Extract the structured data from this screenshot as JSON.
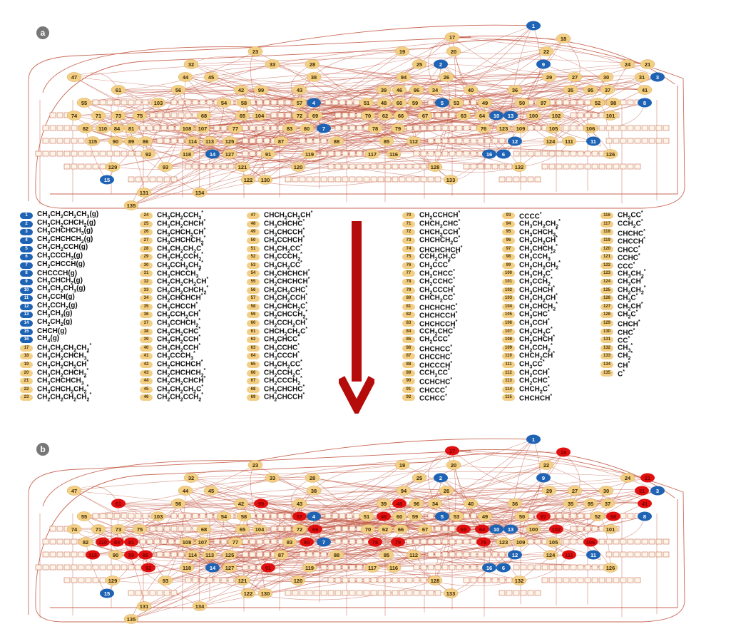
{
  "panels": [
    {
      "letter": "a"
    },
    {
      "letter": "b"
    }
  ],
  "colors": {
    "gas_node": "#1f63b5",
    "adsorbed_node": "#f3cf86",
    "highlight_node": "#e01010",
    "edge": "#c0503a",
    "box_fill": "#fdf6e8",
    "arrow": "#b50b0b",
    "panel_badge": "#777777"
  },
  "highlighted_species": [
    "17",
    "18",
    "21",
    "31",
    "41",
    "46",
    "48",
    "57",
    "61",
    "63",
    "64",
    "69",
    "76",
    "78",
    "79",
    "80",
    "81",
    "84",
    "86",
    "89",
    "91",
    "92",
    "97",
    "98",
    "99",
    "102",
    "106",
    "110",
    "111",
    "115"
  ],
  "graph_nodes": [
    {
      "id": "1",
      "kind": "gas"
    },
    {
      "id": "2",
      "kind": "gas"
    },
    {
      "id": "3",
      "kind": "gas"
    },
    {
      "id": "4",
      "kind": "gas"
    },
    {
      "id": "5",
      "kind": "gas"
    },
    {
      "id": "6",
      "kind": "gas"
    },
    {
      "id": "7",
      "kind": "gas"
    },
    {
      "id": "8",
      "kind": "gas"
    },
    {
      "id": "9",
      "kind": "gas"
    },
    {
      "id": "10",
      "kind": "gas"
    },
    {
      "id": "11",
      "kind": "gas"
    },
    {
      "id": "12",
      "kind": "gas"
    },
    {
      "id": "13",
      "kind": "gas"
    },
    {
      "id": "14",
      "kind": "gas"
    },
    {
      "id": "15",
      "kind": "gas"
    },
    {
      "id": "16",
      "kind": "gas"
    },
    {
      "id": "17"
    },
    {
      "id": "18"
    },
    {
      "id": "19"
    },
    {
      "id": "20"
    },
    {
      "id": "21"
    },
    {
      "id": "22"
    },
    {
      "id": "23"
    },
    {
      "id": "24"
    },
    {
      "id": "25"
    },
    {
      "id": "26"
    },
    {
      "id": "27"
    },
    {
      "id": "28"
    },
    {
      "id": "29"
    },
    {
      "id": "30"
    },
    {
      "id": "31"
    },
    {
      "id": "32"
    },
    {
      "id": "33"
    },
    {
      "id": "34"
    },
    {
      "id": "35"
    },
    {
      "id": "36"
    },
    {
      "id": "37"
    },
    {
      "id": "38"
    },
    {
      "id": "39"
    },
    {
      "id": "40"
    },
    {
      "id": "41"
    },
    {
      "id": "42"
    },
    {
      "id": "43"
    },
    {
      "id": "44"
    },
    {
      "id": "45"
    },
    {
      "id": "46"
    },
    {
      "id": "47"
    },
    {
      "id": "48"
    },
    {
      "id": "49"
    },
    {
      "id": "50"
    },
    {
      "id": "51"
    },
    {
      "id": "52"
    },
    {
      "id": "53"
    },
    {
      "id": "54"
    },
    {
      "id": "55"
    },
    {
      "id": "56"
    },
    {
      "id": "57"
    },
    {
      "id": "58"
    },
    {
      "id": "59"
    },
    {
      "id": "60"
    },
    {
      "id": "61"
    },
    {
      "id": "62"
    },
    {
      "id": "63"
    },
    {
      "id": "64"
    },
    {
      "id": "65"
    },
    {
      "id": "66"
    },
    {
      "id": "67"
    },
    {
      "id": "68"
    },
    {
      "id": "69"
    },
    {
      "id": "70"
    },
    {
      "id": "71"
    },
    {
      "id": "72"
    },
    {
      "id": "73"
    },
    {
      "id": "74"
    },
    {
      "id": "75"
    },
    {
      "id": "76"
    },
    {
      "id": "77"
    },
    {
      "id": "78"
    },
    {
      "id": "79"
    },
    {
      "id": "80"
    },
    {
      "id": "81"
    },
    {
      "id": "82"
    },
    {
      "id": "83"
    },
    {
      "id": "84"
    },
    {
      "id": "85"
    },
    {
      "id": "86"
    },
    {
      "id": "87"
    },
    {
      "id": "88"
    },
    {
      "id": "89"
    },
    {
      "id": "90"
    },
    {
      "id": "91"
    },
    {
      "id": "92"
    },
    {
      "id": "93"
    },
    {
      "id": "94"
    },
    {
      "id": "95"
    },
    {
      "id": "96"
    },
    {
      "id": "97"
    },
    {
      "id": "98"
    },
    {
      "id": "99"
    },
    {
      "id": "100"
    },
    {
      "id": "101"
    },
    {
      "id": "102"
    },
    {
      "id": "103"
    },
    {
      "id": "104"
    },
    {
      "id": "105"
    },
    {
      "id": "106"
    },
    {
      "id": "107"
    },
    {
      "id": "108"
    },
    {
      "id": "109"
    },
    {
      "id": "110"
    },
    {
      "id": "111"
    },
    {
      "id": "112"
    },
    {
      "id": "113"
    },
    {
      "id": "114"
    },
    {
      "id": "115"
    },
    {
      "id": "116"
    },
    {
      "id": "117"
    },
    {
      "id": "118"
    },
    {
      "id": "119"
    },
    {
      "id": "120"
    },
    {
      "id": "121"
    },
    {
      "id": "122"
    },
    {
      "id": "123"
    },
    {
      "id": "124"
    },
    {
      "id": "125"
    },
    {
      "id": "126"
    },
    {
      "id": "127"
    },
    {
      "id": "128"
    },
    {
      "id": "129"
    },
    {
      "id": "130"
    },
    {
      "id": "131"
    },
    {
      "id": "132"
    },
    {
      "id": "133"
    },
    {
      "id": "134"
    },
    {
      "id": "135"
    }
  ],
  "legend": {
    "columns": [
      [
        {
          "id": "1",
          "kind": "gas",
          "formula": "CH3CH2CH2CH3(g)"
        },
        {
          "id": "2",
          "kind": "gas",
          "formula": "CH3CH2CHCH2(g)"
        },
        {
          "id": "3",
          "kind": "gas",
          "formula": "CH3CHCHCH3(g)"
        },
        {
          "id": "4",
          "kind": "gas",
          "formula": "CH2CHCHCH2(g)"
        },
        {
          "id": "5",
          "kind": "gas",
          "formula": "CH3CH2CCH(g)"
        },
        {
          "id": "6",
          "kind": "gas",
          "formula": "CH3CCCH3(g)"
        },
        {
          "id": "7",
          "kind": "gas",
          "formula": "CH2CHCCH(g)"
        },
        {
          "id": "8",
          "kind": "gas",
          "formula": "CHCCCH(g)"
        },
        {
          "id": "9",
          "kind": "gas",
          "formula": "CH3CHCH2(g)"
        },
        {
          "id": "10",
          "kind": "gas",
          "formula": "CH3CH2CH3(g)"
        },
        {
          "id": "11",
          "kind": "gas",
          "formula": "CH3CCH(g)"
        },
        {
          "id": "12",
          "kind": "gas",
          "formula": "CH2CCH2(g)"
        },
        {
          "id": "13",
          "kind": "gas",
          "formula": "CH3CH3(g)"
        },
        {
          "id": "14",
          "kind": "gas",
          "formula": "CH2CH2(g)"
        },
        {
          "id": "15",
          "kind": "gas",
          "formula": "CHCH(g)"
        },
        {
          "id": "16",
          "kind": "gas",
          "formula": "CH4(g)"
        },
        {
          "id": "17",
          "kind": "ads",
          "formula": "CH3CH2CH2CH2*"
        },
        {
          "id": "18",
          "kind": "ads",
          "formula": "CH3CH2CHCH3*"
        },
        {
          "id": "19",
          "kind": "ads",
          "formula": "CH3CH2CH2CH*"
        },
        {
          "id": "20",
          "kind": "ads",
          "formula": "CH3CH2CHCH2*"
        },
        {
          "id": "21",
          "kind": "ads",
          "formula": "CH3CHCHCH3*"
        },
        {
          "id": "22",
          "kind": "ads",
          "formula": "CH3CHCH2CH2*"
        },
        {
          "id": "23",
          "kind": "ads",
          "formula": "CH2CH2CH2CH2*"
        }
      ],
      [
        {
          "id": "24",
          "kind": "ads",
          "formula": "CH3CH2CCH3*"
        },
        {
          "id": "25",
          "kind": "ads",
          "formula": "CH3CH2CHCH*"
        },
        {
          "id": "26",
          "kind": "ads",
          "formula": "CH3CHCH2CH*"
        },
        {
          "id": "27",
          "kind": "ads",
          "formula": "CH3CHCHCH2*"
        },
        {
          "id": "28",
          "kind": "ads",
          "formula": "CH3CH2CH2C*"
        },
        {
          "id": "29",
          "kind": "ads",
          "formula": "CH3CH2CCH2*"
        },
        {
          "id": "30",
          "kind": "ads",
          "formula": "CH3CCH2CH3*"
        },
        {
          "id": "31",
          "kind": "ads",
          "formula": "CH3CHCCH3*"
        },
        {
          "id": "32",
          "kind": "ads",
          "formula": "CH2CH2CH2CH*"
        },
        {
          "id": "33",
          "kind": "ads",
          "formula": "CH2CH2CHCH2*"
        },
        {
          "id": "34",
          "kind": "ads",
          "formula": "CH2CHCHCH*"
        },
        {
          "id": "35",
          "kind": "ads",
          "formula": "CH3CHCCH*"
        },
        {
          "id": "36",
          "kind": "ads",
          "formula": "CH3CCH2CH*"
        },
        {
          "id": "37",
          "kind": "ads",
          "formula": "CH3CCHCH2*"
        },
        {
          "id": "38",
          "kind": "ads",
          "formula": "CH3CH2CHC*"
        },
        {
          "id": "39",
          "kind": "ads",
          "formula": "CH3CH2CCH*"
        },
        {
          "id": "40",
          "kind": "ads",
          "formula": "CH3CH2CCH*"
        },
        {
          "id": "41",
          "kind": "ads",
          "formula": "CH3CCCH3*"
        },
        {
          "id": "42",
          "kind": "ads",
          "formula": "CH2CHCHCH*"
        },
        {
          "id": "43",
          "kind": "ads",
          "formula": "CH2CHCHCH2*"
        },
        {
          "id": "44",
          "kind": "ads",
          "formula": "CH2CH2CHCH*"
        },
        {
          "id": "45",
          "kind": "ads",
          "formula": "CH2CH2CH2C*"
        },
        {
          "id": "46",
          "kind": "ads",
          "formula": "CH2CH2CCH2*"
        }
      ],
      [
        {
          "id": "47",
          "kind": "ads",
          "formula": "CHCH2CH2CH*"
        },
        {
          "id": "48",
          "kind": "ads",
          "formula": "CH3CHCHC*"
        },
        {
          "id": "49",
          "kind": "ads",
          "formula": "CH3CHCCH*"
        },
        {
          "id": "50",
          "kind": "ads",
          "formula": "CH3CCHCH*"
        },
        {
          "id": "51",
          "kind": "ads",
          "formula": "CH3CH2CC*"
        },
        {
          "id": "52",
          "kind": "ads",
          "formula": "CH3CCCH2*"
        },
        {
          "id": "53",
          "kind": "ads",
          "formula": "CH3CH2CC*"
        },
        {
          "id": "54",
          "kind": "ads",
          "formula": "CH2CHCHCH*"
        },
        {
          "id": "55",
          "kind": "ads",
          "formula": "CH2CHCHCH*"
        },
        {
          "id": "56",
          "kind": "ads",
          "formula": "CH2CH2CHC*"
        },
        {
          "id": "57",
          "kind": "ads",
          "formula": "CH2CH2CCH*"
        },
        {
          "id": "58",
          "kind": "ads",
          "formula": "CH2CHCH2C*"
        },
        {
          "id": "59",
          "kind": "ads",
          "formula": "CH2CHCCH2*"
        },
        {
          "id": "60",
          "kind": "ads",
          "formula": "CH2CCH2CH*"
        },
        {
          "id": "61",
          "kind": "ads",
          "formula": "CHCH2CH2C*"
        },
        {
          "id": "62",
          "kind": "ads",
          "formula": "CH3CHCC*"
        },
        {
          "id": "63",
          "kind": "ads",
          "formula": "CH3CCHC*"
        },
        {
          "id": "64",
          "kind": "ads",
          "formula": "CH3CCCH*"
        },
        {
          "id": "65",
          "kind": "ads",
          "formula": "CH2CH2CC*"
        },
        {
          "id": "66",
          "kind": "ads",
          "formula": "CH2CCH2C*"
        },
        {
          "id": "67",
          "kind": "ads",
          "formula": "CH2CCCH2*"
        },
        {
          "id": "68",
          "kind": "ads",
          "formula": "CH2CHCHC*"
        },
        {
          "id": "69",
          "kind": "ads",
          "formula": "CH2CHCCH*"
        }
      ],
      [
        {
          "id": "70",
          "kind": "ads",
          "formula": "CH2CCHCH*"
        },
        {
          "id": "71",
          "kind": "ads",
          "formula": "CHCH2CHC*"
        },
        {
          "id": "72",
          "kind": "ads",
          "formula": "CHCH2CCH*"
        },
        {
          "id": "73",
          "kind": "ads",
          "formula": "CHCHCH2C*"
        },
        {
          "id": "74",
          "kind": "ads",
          "formula": "CHCHCHCH*"
        },
        {
          "id": "75",
          "kind": "ads",
          "formula": "CCH2CH2C*"
        },
        {
          "id": "76",
          "kind": "ads",
          "formula": "CH3CCC*"
        },
        {
          "id": "77",
          "kind": "ads",
          "formula": "CH2CHCC*"
        },
        {
          "id": "78",
          "kind": "ads",
          "formula": "CH2CCHC*"
        },
        {
          "id": "79",
          "kind": "ads",
          "formula": "CH2CCCH*"
        },
        {
          "id": "80",
          "kind": "ads",
          "formula": "CHCH2CC*"
        },
        {
          "id": "81",
          "kind": "ads",
          "formula": "CHCHCHC*"
        },
        {
          "id": "82",
          "kind": "ads",
          "formula": "CHCHCCH*"
        },
        {
          "id": "83",
          "kind": "ads",
          "formula": "CHCHCCH*"
        },
        {
          "id": "84",
          "kind": "ads",
          "formula": "CCH2CHC*"
        },
        {
          "id": "85",
          "kind": "ads",
          "formula": "CH2CCC*"
        },
        {
          "id": "86",
          "kind": "ads",
          "formula": "CHCHCC*"
        },
        {
          "id": "87",
          "kind": "ads",
          "formula": "CHCCHC*"
        },
        {
          "id": "88",
          "kind": "ads",
          "formula": "CHCCCH*"
        },
        {
          "id": "89",
          "kind": "ads",
          "formula": "CCH2CC*"
        },
        {
          "id": "90",
          "kind": "ads",
          "formula": "CCHCHC*"
        },
        {
          "id": "91",
          "kind": "ads",
          "formula": "CHCCC*"
        },
        {
          "id": "92",
          "kind": "ads",
          "formula": "CCHCC*"
        }
      ],
      [
        {
          "id": "93",
          "kind": "ads",
          "formula": "CCCC*"
        },
        {
          "id": "94",
          "kind": "ads",
          "formula": "CH3CH2CH2*"
        },
        {
          "id": "95",
          "kind": "ads",
          "formula": "CH3CHCH3*"
        },
        {
          "id": "96",
          "kind": "ads",
          "formula": "CH3CH2CH*"
        },
        {
          "id": "97",
          "kind": "ads",
          "formula": "CH3CHCH2*"
        },
        {
          "id": "98",
          "kind": "ads",
          "formula": "CH3CCH3*"
        },
        {
          "id": "99",
          "kind": "ads",
          "formula": "CH2CH2CH2*"
        },
        {
          "id": "100",
          "kind": "ads",
          "formula": "CH3CH2C*"
        },
        {
          "id": "101",
          "kind": "ads",
          "formula": "CH3CCH2*"
        },
        {
          "id": "102",
          "kind": "ads",
          "formula": "CH3CHCH*"
        },
        {
          "id": "103",
          "kind": "ads",
          "formula": "CH2CH2CH*"
        },
        {
          "id": "104",
          "kind": "ads",
          "formula": "CH2CHCH2*"
        },
        {
          "id": "105",
          "kind": "ads",
          "formula": "CH3CHC*"
        },
        {
          "id": "106",
          "kind": "ads",
          "formula": "CH3CCH*"
        },
        {
          "id": "107",
          "kind": "ads",
          "formula": "CH2CH2C*"
        },
        {
          "id": "108",
          "kind": "ads",
          "formula": "CH2CHCH*"
        },
        {
          "id": "109",
          "kind": "ads",
          "formula": "CH2CCH2*"
        },
        {
          "id": "110",
          "kind": "ads",
          "formula": "CHCH2CH*"
        },
        {
          "id": "111",
          "kind": "ads",
          "formula": "CH3CC*"
        },
        {
          "id": "112",
          "kind": "ads",
          "formula": "CH2CCH*"
        },
        {
          "id": "113",
          "kind": "ads",
          "formula": "CH2CHC*"
        },
        {
          "id": "114",
          "kind": "ads",
          "formula": "CHCH2C*"
        },
        {
          "id": "115",
          "kind": "ads",
          "formula": "CHCHCH*"
        }
      ],
      [
        {
          "id": "116",
          "kind": "ads",
          "formula": "CH2CC*"
        },
        {
          "id": "117",
          "kind": "ads",
          "formula": "CCH2C*"
        },
        {
          "id": "118",
          "kind": "ads",
          "formula": "CHCHC*"
        },
        {
          "id": "119",
          "kind": "ads",
          "formula": "CHCCH*"
        },
        {
          "id": "120",
          "kind": "ads",
          "formula": "CHCC*"
        },
        {
          "id": "121",
          "kind": "ads",
          "formula": "CCHC*"
        },
        {
          "id": "122",
          "kind": "ads",
          "formula": "CCC*"
        },
        {
          "id": "123",
          "kind": "ads",
          "formula": "CH3CH2*"
        },
        {
          "id": "124",
          "kind": "ads",
          "formula": "CH3CH*"
        },
        {
          "id": "125",
          "kind": "ads",
          "formula": "CH2CH2*"
        },
        {
          "id": "126",
          "kind": "ads",
          "formula": "CH3C*"
        },
        {
          "id": "127",
          "kind": "ads",
          "formula": "CH2CH*"
        },
        {
          "id": "128",
          "kind": "ads",
          "formula": "CH2C*"
        },
        {
          "id": "129",
          "kind": "ads",
          "formula": "CHCH*"
        },
        {
          "id": "130",
          "kind": "ads",
          "formula": "CHC*"
        },
        {
          "id": "131",
          "kind": "ads",
          "formula": "CC*"
        },
        {
          "id": "132",
          "kind": "ads",
          "formula": "CH3*"
        },
        {
          "id": "133",
          "kind": "ads",
          "formula": "CH2*"
        },
        {
          "id": "134",
          "kind": "ads",
          "formula": "CH*"
        },
        {
          "id": "135",
          "kind": "ads",
          "formula": "C*"
        }
      ]
    ]
  }
}
